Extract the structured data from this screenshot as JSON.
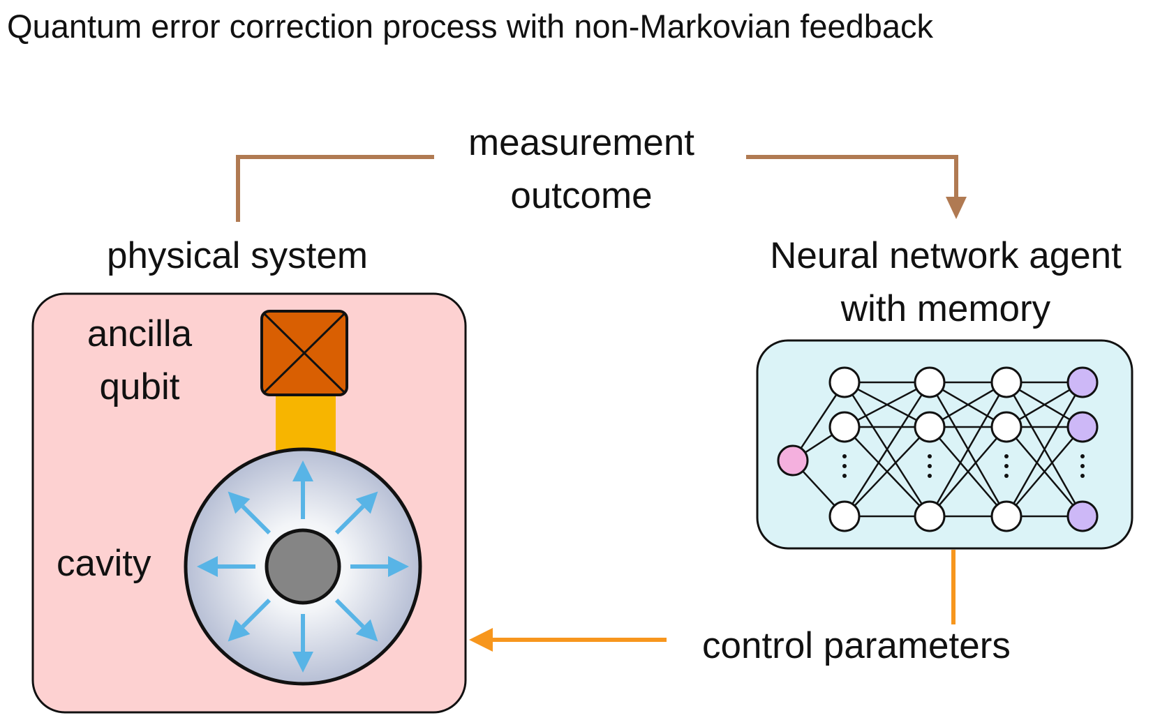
{
  "title": "Quantum error correction process with non-Markovian feedback",
  "measurement_label": [
    "measurement",
    "outcome"
  ],
  "physical_system_label": "physical system",
  "ancilla_label": [
    "ancilla",
    "qubit"
  ],
  "cavity_label": "cavity",
  "agent_label": [
    "Neural network agent",
    "with memory"
  ],
  "control_label": "control parameters",
  "colors": {
    "physical_box_fill": "#fdd1d1",
    "agent_box_fill": "#dbf3f7",
    "measurement_arrow": "#b07a52",
    "control_arrow": "#f7961d",
    "coupler": "#f7b500",
    "qubit_fill": "#d95f02",
    "cavity_arrow": "#58b4e6",
    "cavity_core": "#858585",
    "input_node": "#f4b0de",
    "output_node": "#cdb8f7",
    "hidden_node": "#ffffff"
  },
  "icons": {
    "qubit": "crossed-square-icon",
    "cavity": "radiating-circle-icon",
    "network": "neural-network-icon"
  }
}
